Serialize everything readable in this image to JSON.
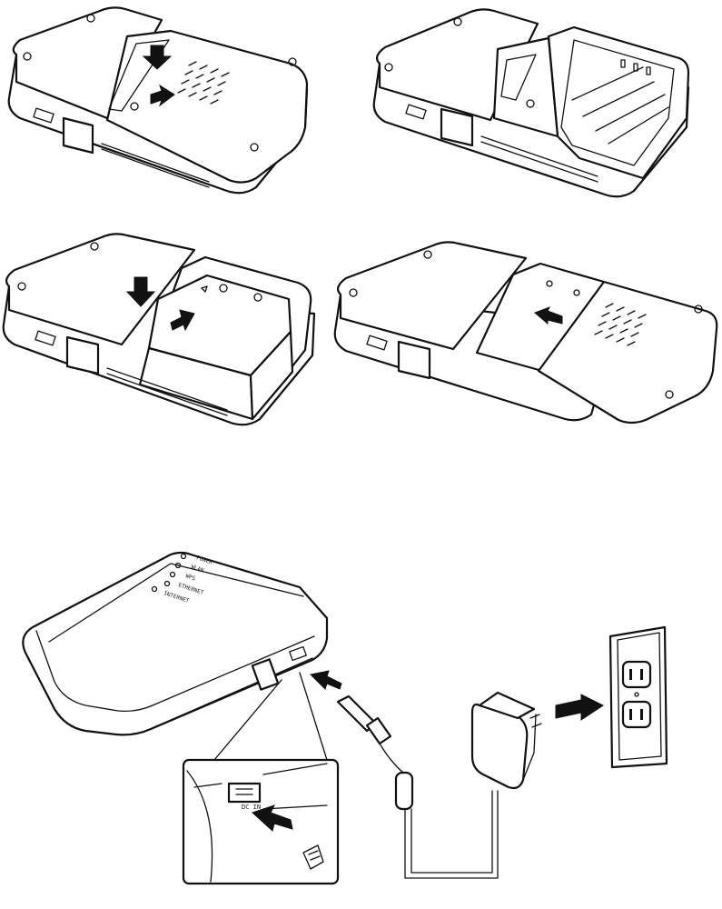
{
  "figure": {
    "steps": [
      {
        "id": "step-1",
        "action": "press-and-slide-cover-latch"
      },
      {
        "id": "step-2",
        "action": "battery-compartment-open"
      },
      {
        "id": "step-3",
        "action": "insert-battery"
      },
      {
        "id": "step-4",
        "action": "slide-cover-closed"
      }
    ],
    "router": {
      "led_labels": [
        "POWER",
        "WLAN",
        "WPS",
        "ETHERNET",
        "INTERNET"
      ],
      "port_label": "DC IN"
    },
    "icons": [
      "down-arrow-icon",
      "right-arrow-icon",
      "up-arrow-icon",
      "left-arrow-icon",
      "power-plug-icon",
      "wall-outlet-icon",
      "power-adapter-icon"
    ]
  }
}
